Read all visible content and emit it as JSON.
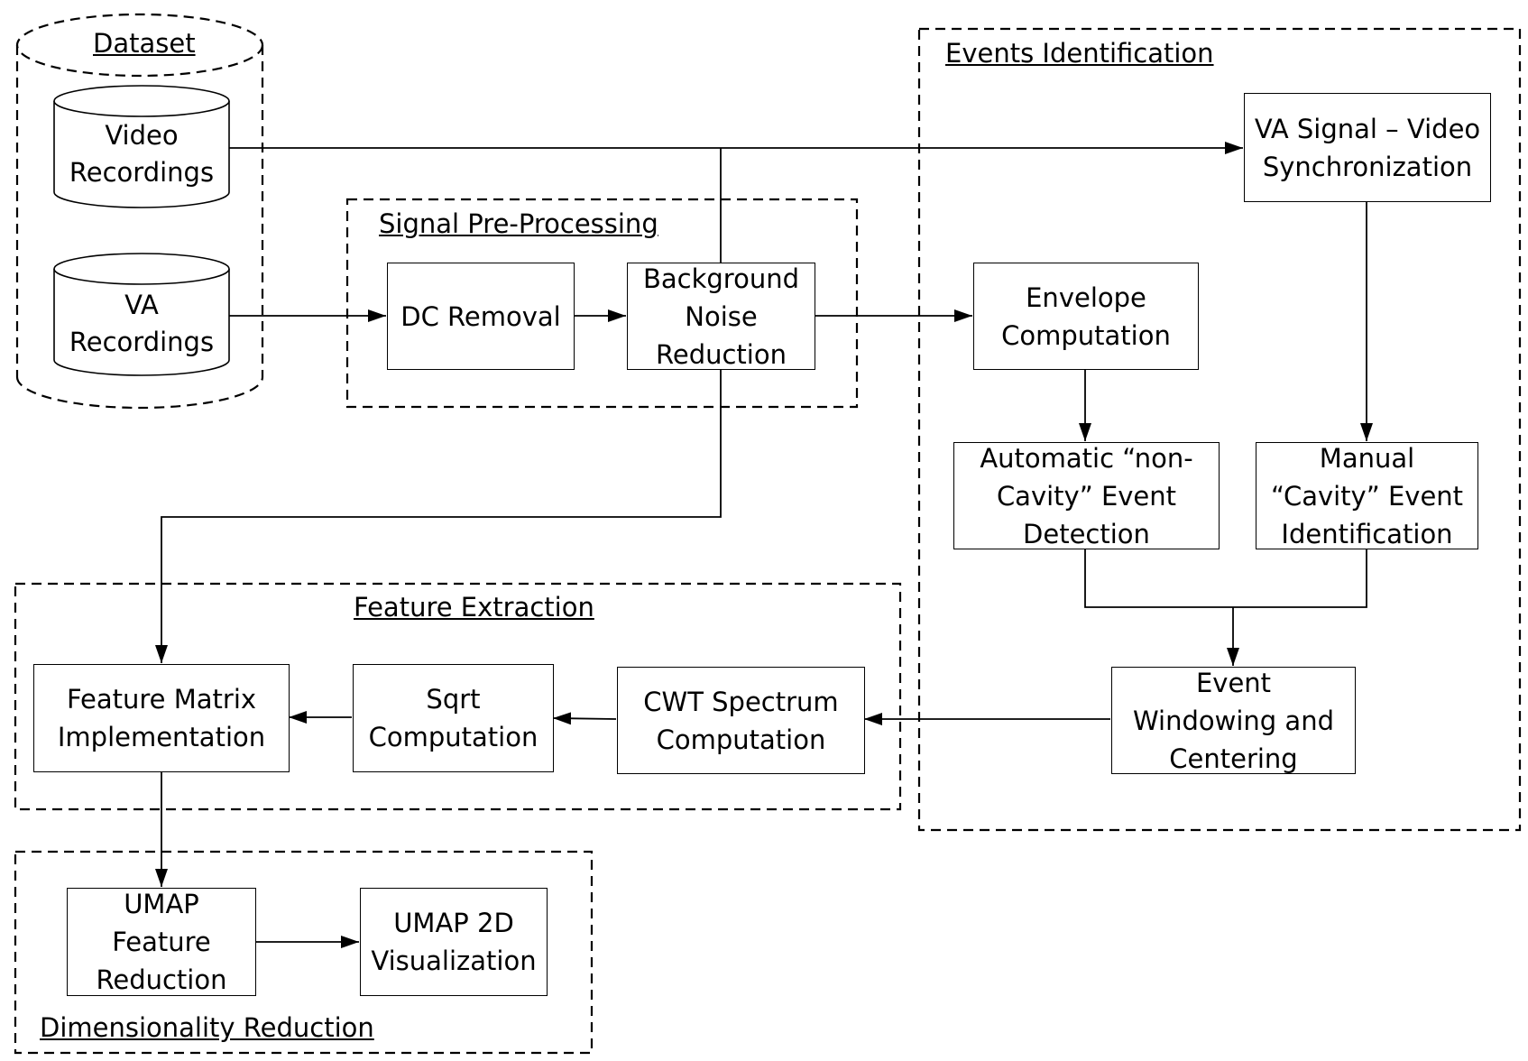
{
  "groups": {
    "dataset": "Dataset",
    "signal_preprocessing": "Signal Pre-Processing",
    "events_identification": "Events Identification",
    "feature_extraction": "Feature Extraction",
    "dimensionality_reduction": "Dimensionality Reduction"
  },
  "nodes": {
    "video_recordings": [
      "Video",
      "Recordings"
    ],
    "va_recordings": [
      "VA",
      "Recordings"
    ],
    "dc_removal": [
      "DC Removal"
    ],
    "background_noise_reduction": [
      "Background",
      "Noise",
      "Reduction"
    ],
    "va_video_sync": [
      "VA Signal – Video",
      "Synchronization"
    ],
    "envelope_computation": [
      "Envelope",
      "Computation"
    ],
    "automatic_event_detection": [
      "Automatic “non-",
      "Cavity” Event",
      "Detection"
    ],
    "manual_event_identification": [
      "Manual",
      "“Cavity” Event",
      "Identification"
    ],
    "event_windowing": [
      "Event",
      "Windowing and",
      "Centering"
    ],
    "cwt_spectrum": [
      "CWT Spectrum",
      "Computation"
    ],
    "sqrt_computation": [
      "Sqrt",
      "Computation"
    ],
    "feature_matrix": [
      "Feature Matrix",
      "Implementation"
    ],
    "umap_feature_reduction": [
      "UMAP",
      "Feature",
      "Reduction"
    ],
    "umap_2d_visualization": [
      "UMAP 2D",
      "Visualization"
    ]
  }
}
